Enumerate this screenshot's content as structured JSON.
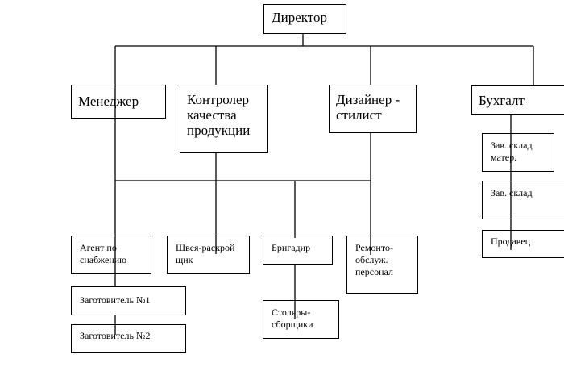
{
  "director": "Директор",
  "level1": {
    "manager": "Менеджер",
    "quality_controller": "Контролер качества продукции",
    "designer": "Дизайнер - стилист",
    "accountant": "Бухгалт"
  },
  "level2": {
    "supply_agent": "Агент по снабжению",
    "seamstress_cutter": "Швея-раскройщик",
    "foreman": "Бригадир",
    "maintenance_staff": "Ремонто-обслуж. персонал",
    "procurer_1": "Заготовитель №1",
    "procurer_2": "Заготовитель №2",
    "carpenters": "Столяры-сборщики"
  },
  "accounting_branch": {
    "materials_warehouse_head": "Зав. склад матер.",
    "warehouse_head": "Зав. склад",
    "seller": "Продавец"
  }
}
